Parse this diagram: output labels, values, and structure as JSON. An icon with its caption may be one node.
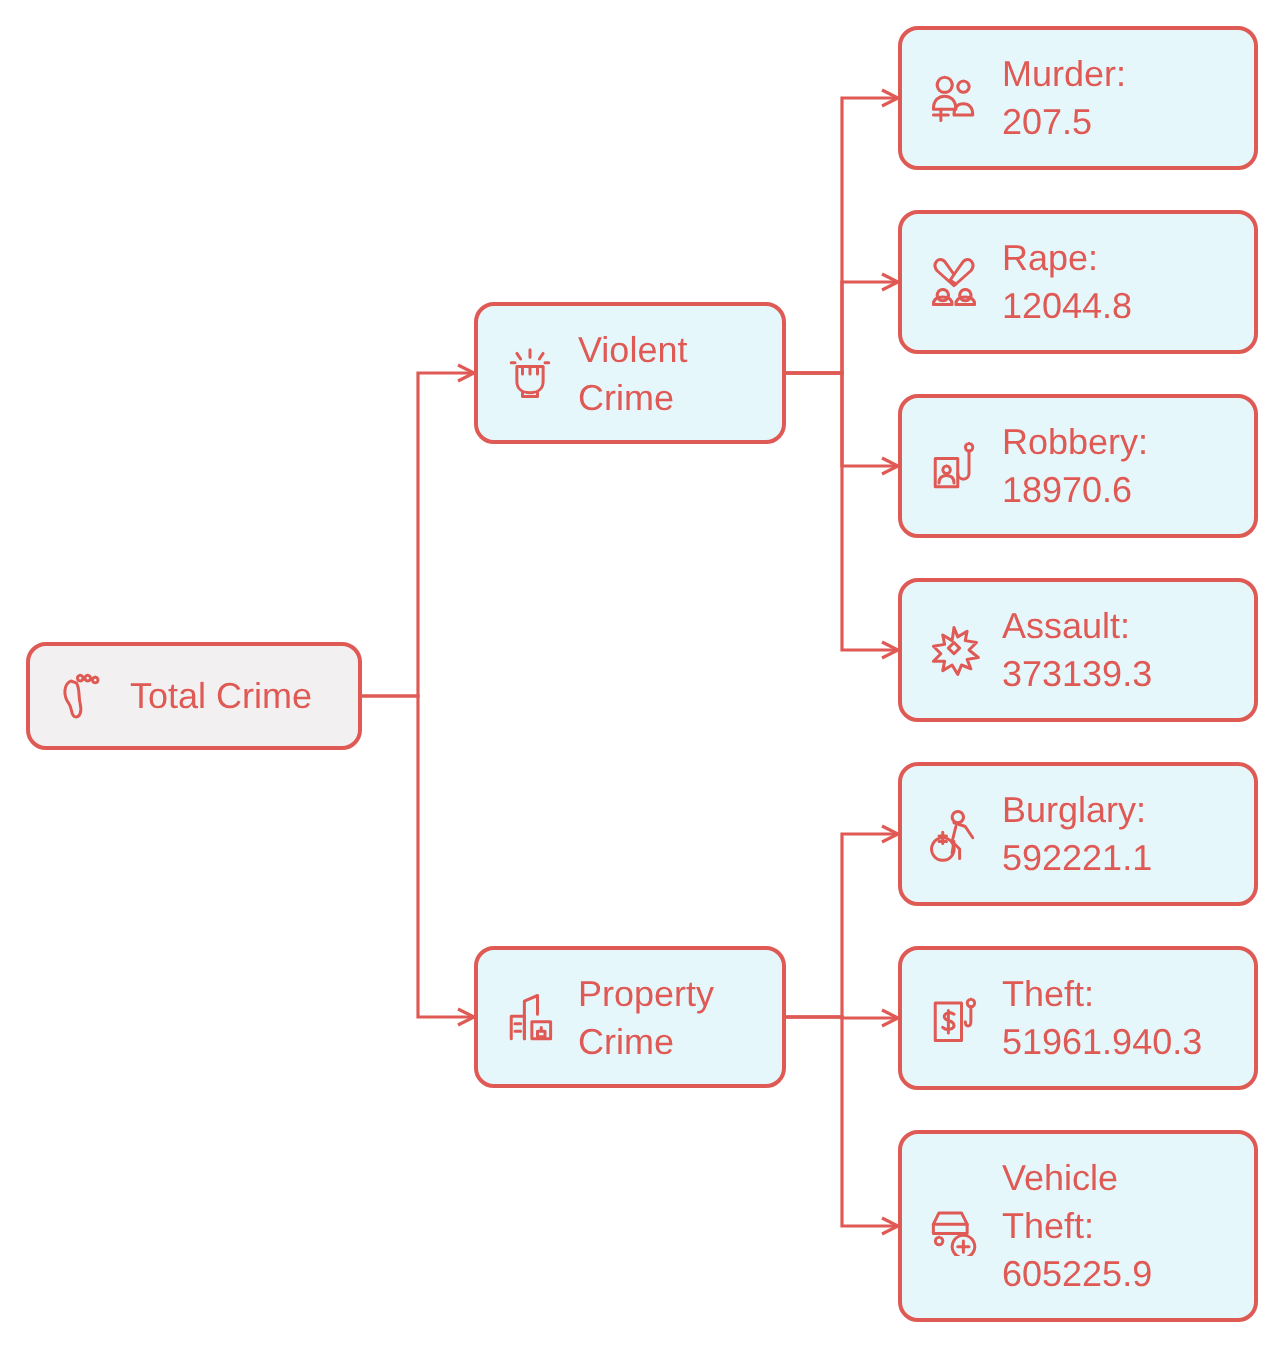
{
  "diagram": {
    "nodes": [
      {
        "text": [
          "Total Crime"
        ]
      },
      {
        "text": [
          "Violent Crime"
        ]
      },
      {
        "text": [
          "Property Crime"
        ]
      },
      {
        "text": [
          "Murder:",
          "207.5"
        ]
      },
      {
        "text": [
          "Rape:",
          "12044.8"
        ]
      },
      {
        "text": [
          "Robbery:",
          "18970.6"
        ]
      },
      {
        "text": [
          "Assault:",
          "373139.3"
        ]
      },
      {
        "text": [
          "Burglary:",
          "592221.1"
        ]
      },
      {
        "text": [
          "Theft:",
          "51961.940.3"
        ]
      },
      {
        "text": [
          "Vehicle Theft:",
          "605225.9"
        ]
      }
    ],
    "edges": [
      {
        "from": 0,
        "to": 1,
        "arrow": "to"
      },
      {
        "from": 0,
        "to": 2,
        "arrow": "to"
      },
      {
        "from": 1,
        "to": 3,
        "arrow": "to"
      },
      {
        "from": 1,
        "to": 4,
        "arrow": "to"
      },
      {
        "from": 1,
        "to": 5,
        "arrow": "to"
      },
      {
        "from": 1,
        "to": 6,
        "arrow": "to"
      },
      {
        "from": 2,
        "to": 7,
        "arrow": "to"
      },
      {
        "from": 2,
        "to": 8,
        "arrow": "to"
      },
      {
        "from": 2,
        "to": 9,
        "arrow": "to"
      }
    ]
  }
}
